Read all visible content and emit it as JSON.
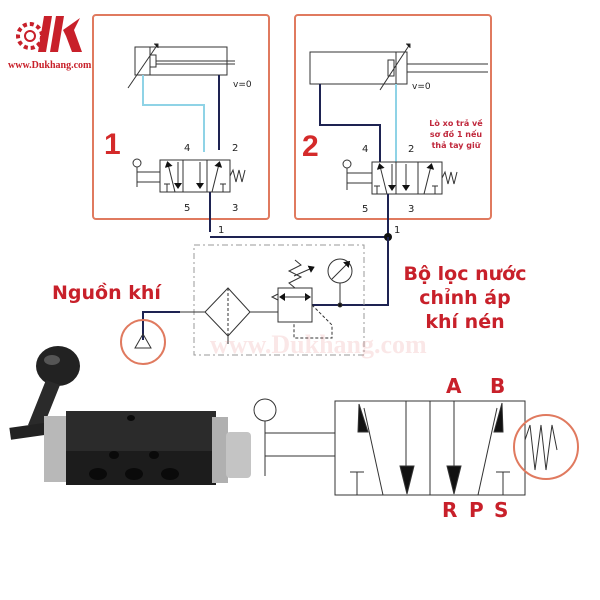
{
  "logo": {
    "mark": "Hk",
    "website": "www.Dukhang.com"
  },
  "watermark": "www.Dukhang.com",
  "panel_1": {
    "number": "1",
    "velocity_label": "v=0",
    "ports": {
      "p4": "4",
      "p2": "2",
      "p5": "5",
      "p3": "3",
      "p1": "1"
    }
  },
  "panel_2": {
    "number": "2",
    "velocity_label": "v=0",
    "ports": {
      "p4": "4",
      "p2": "2",
      "p5": "5",
      "p3": "3",
      "p1": "1"
    },
    "note_lines": [
      "Lò xo trả về",
      "sơ đồ 1 nếu",
      "thả tay giữ"
    ]
  },
  "labels": {
    "air_source": "Nguồn khí",
    "frl_line1": "Bộ lọc nước",
    "frl_line2": "chỉnh áp",
    "frl_line3": "khí nén"
  },
  "large_symbol": {
    "ports": {
      "A": "A",
      "B": "B",
      "R": "R",
      "P": "P",
      "S": "S"
    }
  },
  "colors": {
    "accent_red": "#c8202a",
    "panel_border": "#e07a5f",
    "line_dark": "#1e2352",
    "line_light": "#8fd3e6"
  }
}
